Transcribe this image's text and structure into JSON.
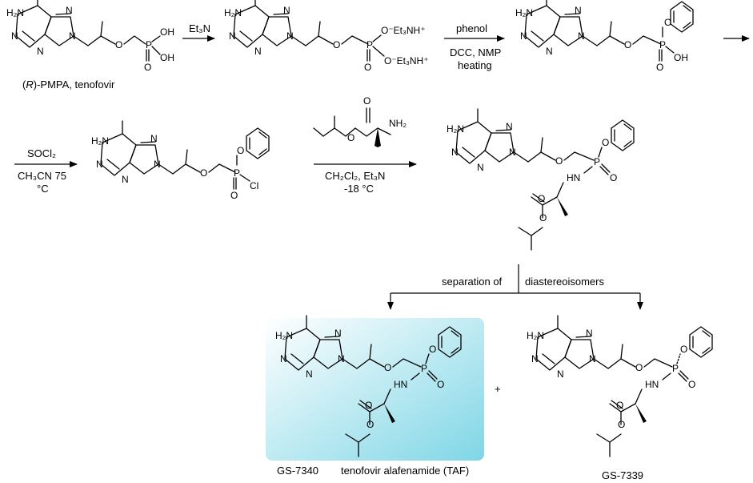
{
  "row1": {
    "tenofovir": {
      "label_prefix_open": "(",
      "label_R": "R",
      "label_rest": ")-PMPA, tenofovir",
      "atoms": {
        "nh2": "H₂N",
        "n": "N",
        "o": "O",
        "p": "P",
        "oh": "OH"
      }
    },
    "step1": {
      "reagent": "Et₃N"
    },
    "salt": {
      "atoms": {
        "nh2": "H₂N",
        "n": "N",
        "o": "O",
        "p": "P",
        "oet1": "O⁻Et₃NH⁺",
        "oet2": "O⁻Et₃NH⁺"
      }
    },
    "step2": {
      "reagent_top": "phenol",
      "reagent_mid": "DCC, NMP",
      "reagent_bot": "heating"
    },
    "monoester": {
      "atoms": {
        "nh2": "H₂N",
        "n": "N",
        "o": "O",
        "p": "P",
        "oh": "OH"
      }
    }
  },
  "row2": {
    "step3": {
      "reagent_top": "SOCl₂",
      "reagent_mid": "CH₃CN 75",
      "reagent_bot": "°C"
    },
    "chloride": {
      "atoms": {
        "nh2": "H₂N",
        "n": "N",
        "o": "O",
        "p": "P",
        "cl": "Cl"
      }
    },
    "step4": {
      "amine_nh2": "NH₂",
      "amine_o": "O",
      "reagent_mid": "CH₂Cl₂, Et₃N",
      "reagent_bot": "-18 °C"
    },
    "mixture": {
      "atoms": {
        "nh2": "H₂N",
        "n": "N",
        "o": "O",
        "p": "P",
        "hn": "HN"
      }
    }
  },
  "separation": {
    "left": "separation of",
    "right": "diastereoisomers"
  },
  "products": {
    "plus": "+",
    "taf": {
      "code": "GS-7340",
      "name": "tenofovir alafenamide (TAF)",
      "atoms": {
        "nh2": "H₂N",
        "n": "N",
        "o": "O",
        "p": "P",
        "hn": "HN"
      }
    },
    "other": {
      "code": "GS-7339",
      "atoms": {
        "nh2": "H₂N",
        "n": "N",
        "o": "O",
        "p": "P",
        "hn": "HN"
      }
    }
  },
  "colors": {
    "highlight": "#7fd6e6"
  }
}
